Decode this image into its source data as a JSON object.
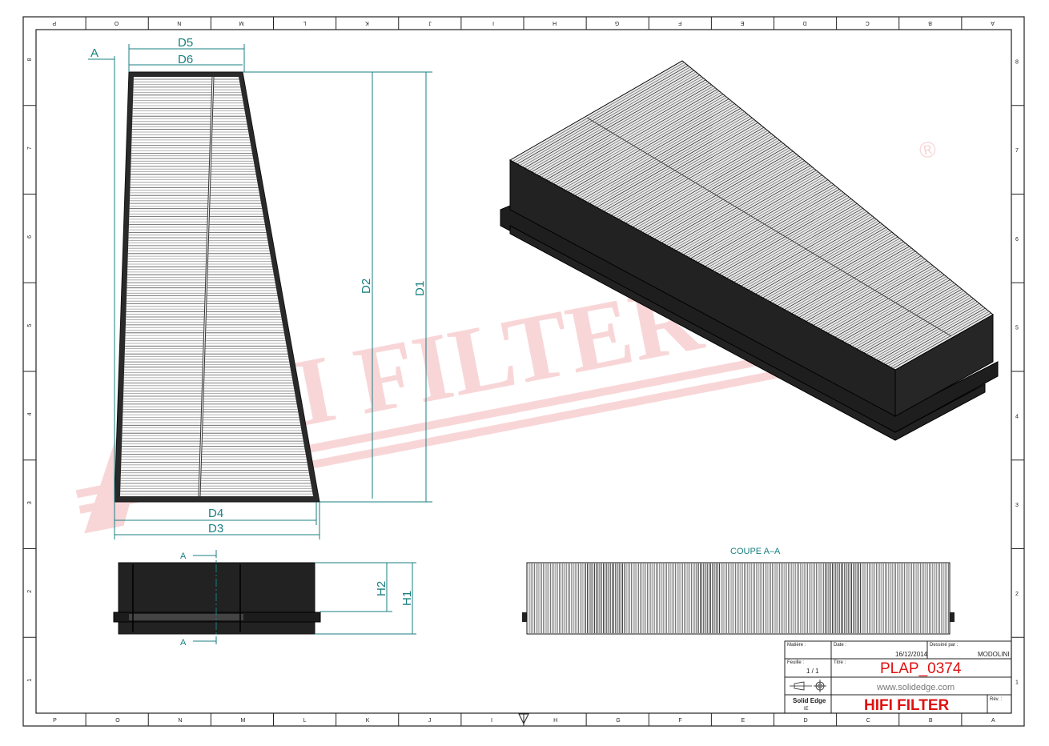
{
  "zones": {
    "columns": [
      "P",
      "O",
      "N",
      "M",
      "L",
      "K",
      "J",
      "I",
      "H",
      "G",
      "F",
      "E",
      "D",
      "C",
      "B",
      "A"
    ],
    "rows": [
      "8",
      "7",
      "6",
      "5",
      "4",
      "3",
      "2",
      "1"
    ]
  },
  "watermark": {
    "text": "HIFI FILTER",
    "registered": "®"
  },
  "top_view": {
    "dims": {
      "d1": "D1",
      "d2": "D2",
      "d3": "D3",
      "d4": "D4",
      "d5": "D5",
      "d6": "D6",
      "a": "A"
    }
  },
  "side_view": {
    "dims": {
      "h1": "H1",
      "h2": "H2",
      "a_top": "A",
      "a_bottom": "A"
    }
  },
  "section": {
    "label": "COUPE A–A"
  },
  "title_block": {
    "material_label": "Matière :",
    "date_label": "Date :",
    "date": "16/12/2014",
    "drawn_by_label": "Dessiné par :",
    "drawn_by": "MODOLINI",
    "sheet_label": "Feuille :",
    "sheet": "1 / 1",
    "title_label": "Titre :",
    "title": "PLAP_0374",
    "website": "www.solidedge.com",
    "software": "Solid Edge",
    "software_sub": "IE",
    "company": "HIFI FILTER",
    "rev_label": "Rév. :"
  },
  "colors": {
    "dim": "#1a7f80",
    "title": "#e01010",
    "body": "#222222"
  }
}
